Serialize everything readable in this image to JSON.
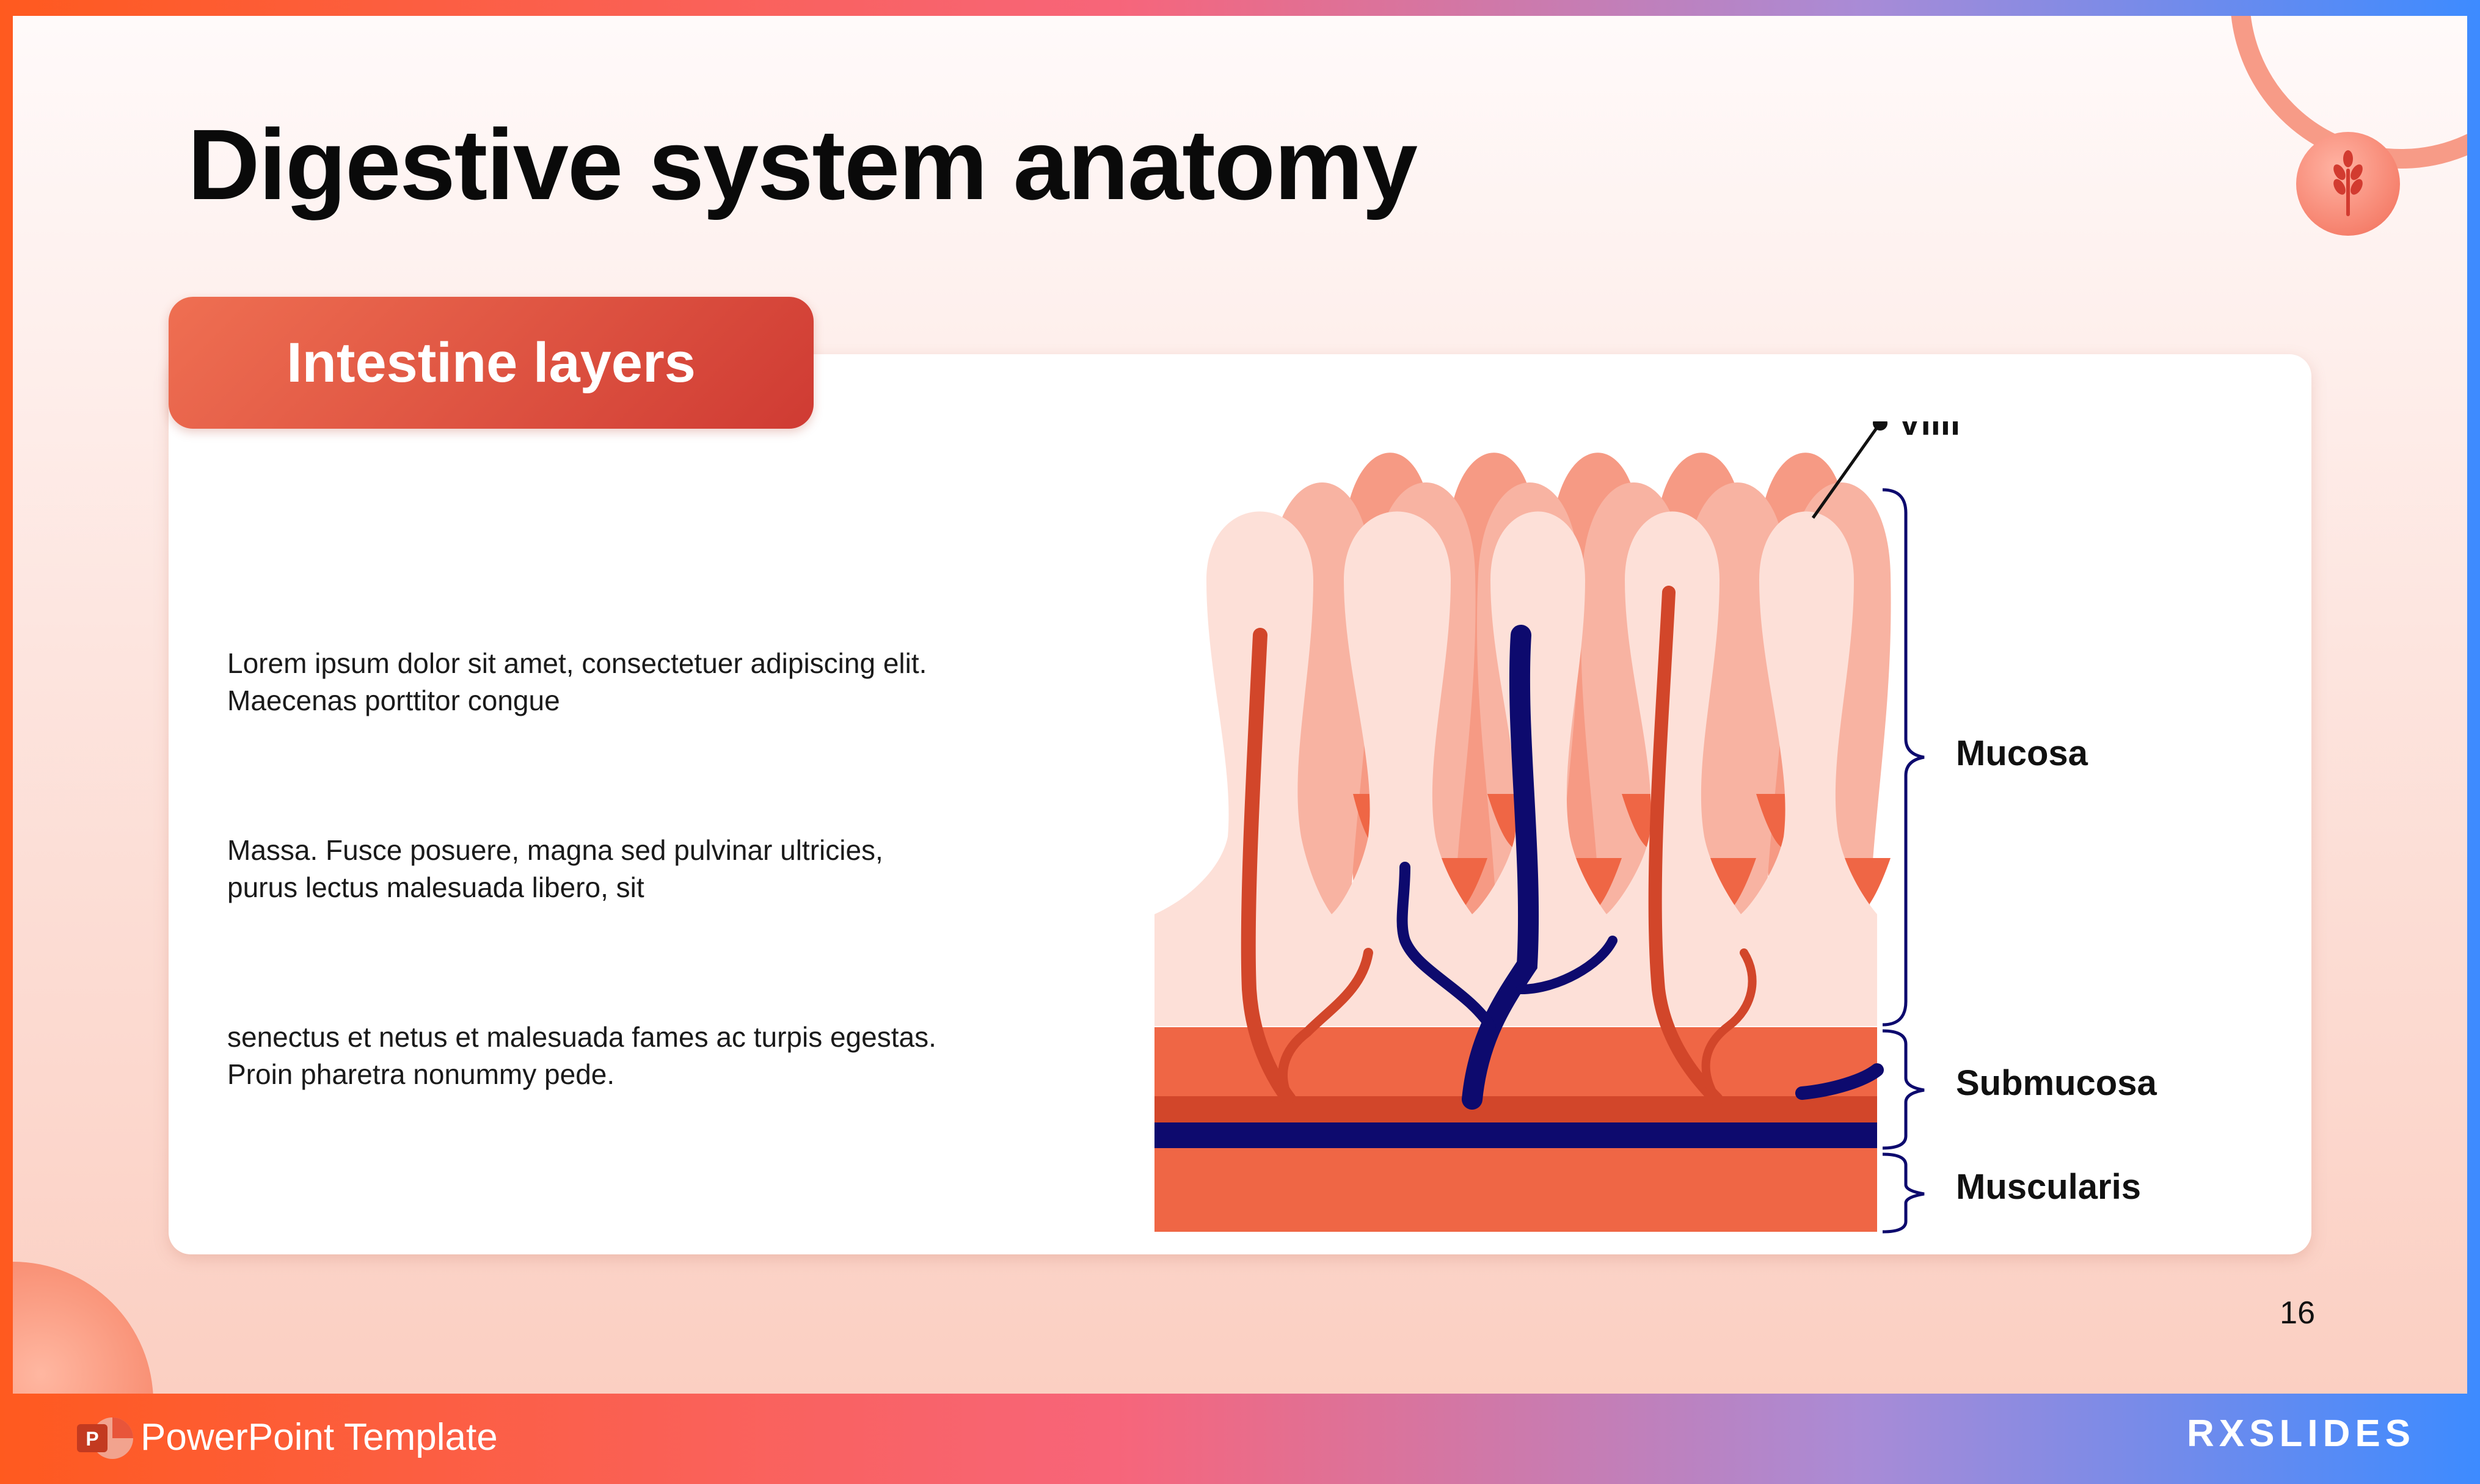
{
  "slide": {
    "title": "Digestive system anatomy",
    "section_label": "Intestine layers",
    "page_number": "16",
    "paragraphs": [
      "Lorem ipsum dolor sit amet, consectetuer adipiscing elit. Maecenas porttitor congue",
      "Massa. Fusce posuere, magna sed pulvinar ultricies, purus lectus malesuada libero, sit",
      "senectus et netus et malesuada fames ac turpis egestas. Proin pharetra nonummy pede."
    ]
  },
  "diagram": {
    "labels": {
      "villi": "Villi",
      "mucosa": "Mucosa",
      "submucosa": "Submucosa",
      "muscularis": "Muscularis"
    },
    "colors": {
      "villus_light": "#fde0d8",
      "villus_mid": "#f8b3a2",
      "villus_dark": "#f69a84",
      "orange_layer": "#ef6645",
      "artery_red": "#d2462a",
      "vein_navy": "#0d0a6e"
    }
  },
  "footer": {
    "template_label": "PowerPoint Template",
    "brand": "RXSLIDES"
  },
  "icons": [
    "wheat-icon",
    "powerpoint-icon"
  ]
}
